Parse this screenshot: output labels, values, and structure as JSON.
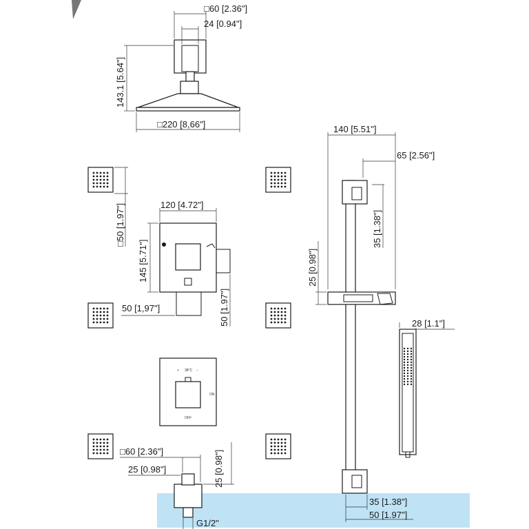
{
  "dimensions": {
    "head_arm_square": "□60 [2.36\"]",
    "head_arm_width": "24 [0.94\"]",
    "head_height": "143.1 [5.64\"]",
    "head_size": "□220 [8,66\"]",
    "body_jet_size": "□50 [1.97\"]",
    "valve_width": "120 [4.72\"]",
    "valve_height": "145 [5.71\"]",
    "valve_depth_h": "50 [1,97\"]",
    "valve_depth_v": "50 [1.97\"]",
    "bar_width": "140 [5.51\"]",
    "bar_offset": "65 [2.56\"]",
    "bar_bracket_h": "35 [1.38\"]",
    "slider_height": "25 [0.98\"]",
    "handshower_width": "28 [1.1\"]",
    "outlet_square": "□60 [2.36\"]",
    "outlet_width": "25 [0.98\"]",
    "outlet_height": "25 [0.98\"]",
    "outlet_thread": "G1/2\"",
    "bar_base_h": "35 [1.38\"]",
    "bar_base_w": "50 [1.97\"]"
  },
  "thermostat_marks": {
    "plus": "+",
    "temp": "38°C",
    "minus": "−",
    "on": "ON",
    "off": "OFF"
  },
  "colors": {
    "line": "#1a1a1a",
    "highlight": "#bfe3f5"
  }
}
